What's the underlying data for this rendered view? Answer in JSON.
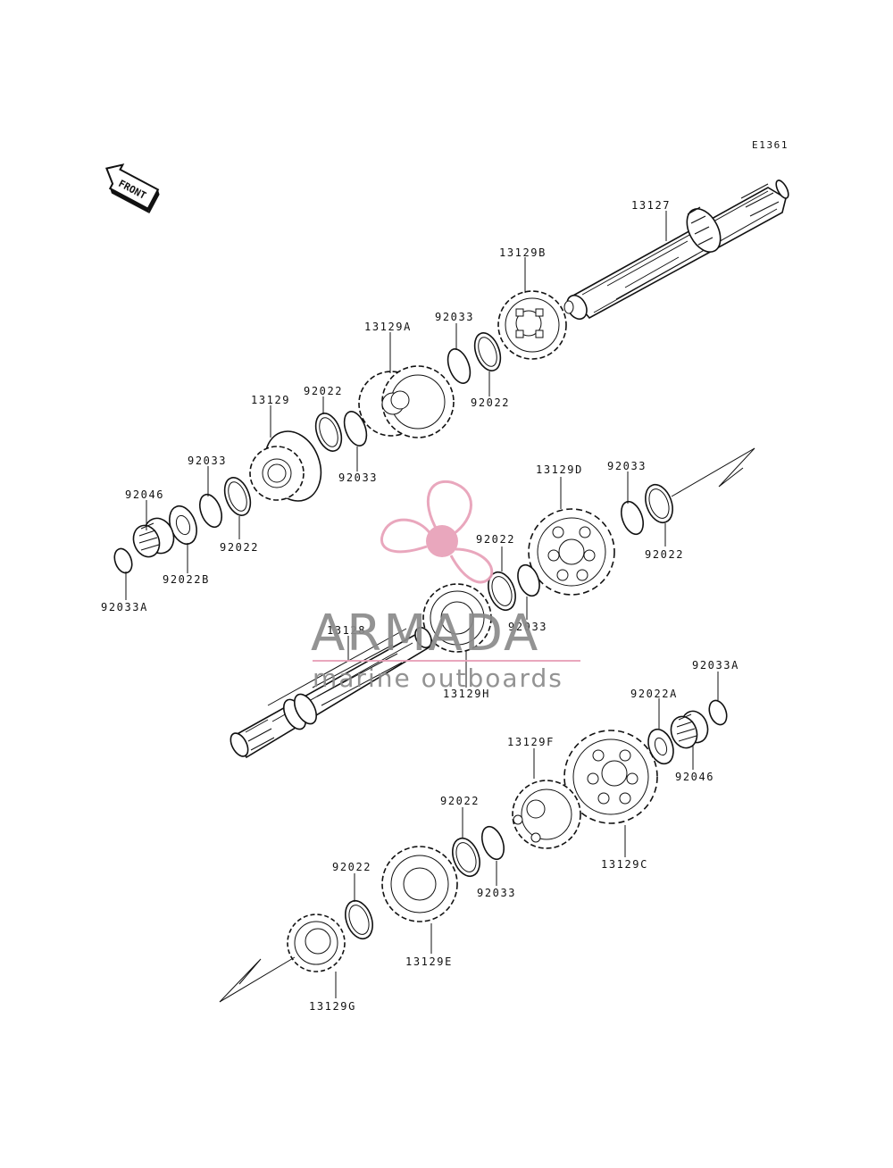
{
  "diagram": {
    "code": "E1361",
    "front_label": "FRONT",
    "callouts": {
      "p13127": "13127",
      "p13129B": "13129B",
      "p92033_a": "92033",
      "p13129A": "13129A",
      "p92022_a": "92022",
      "p13129": "13129",
      "p92022_b": "92022",
      "p92033_b": "92033",
      "p92033_c": "92033",
      "p92046_a": "92046",
      "p92022_c": "92022",
      "p92022B": "92022B",
      "p92033A_a": "92033A",
      "p13129D": "13129D",
      "p92033_d": "92033",
      "p92022_d": "92022",
      "p92022_e": "92022",
      "p92033_e": "92033",
      "p13128": "13128",
      "p13129H": "13129H",
      "p92033A_b": "92033A",
      "p92022A": "92022A",
      "p92046_b": "92046",
      "p13129F": "13129F",
      "p13129C": "13129C",
      "p92022_f": "92022",
      "p92033_f": "92033",
      "p92022_g": "92022",
      "p13129E": "13129E",
      "p13129G": "13129G"
    }
  },
  "watermark": {
    "brand": "ARMADA",
    "tagline": "marine outboards",
    "colors": {
      "pink": "#e8a0b8",
      "gray": "#8a8a8a"
    }
  }
}
